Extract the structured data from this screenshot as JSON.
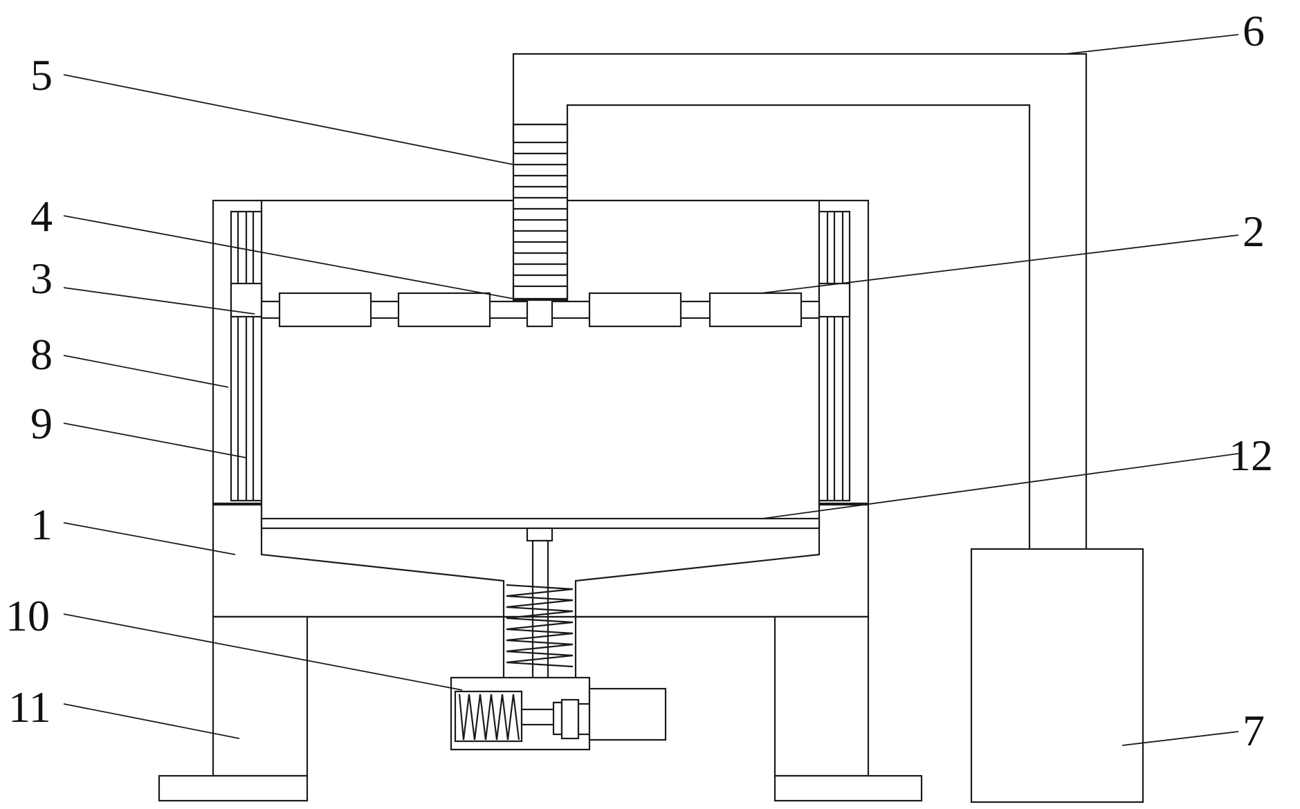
{
  "labels": {
    "l1": "1",
    "l2": "2",
    "l3": "3",
    "l4": "4",
    "l5": "5",
    "l6": "6",
    "l7": "7",
    "l8": "8",
    "l9": "9",
    "l10": "10",
    "l11": "11",
    "l12": "12"
  },
  "colors": {
    "line": "#1a1a1a",
    "background": "#ffffff"
  }
}
